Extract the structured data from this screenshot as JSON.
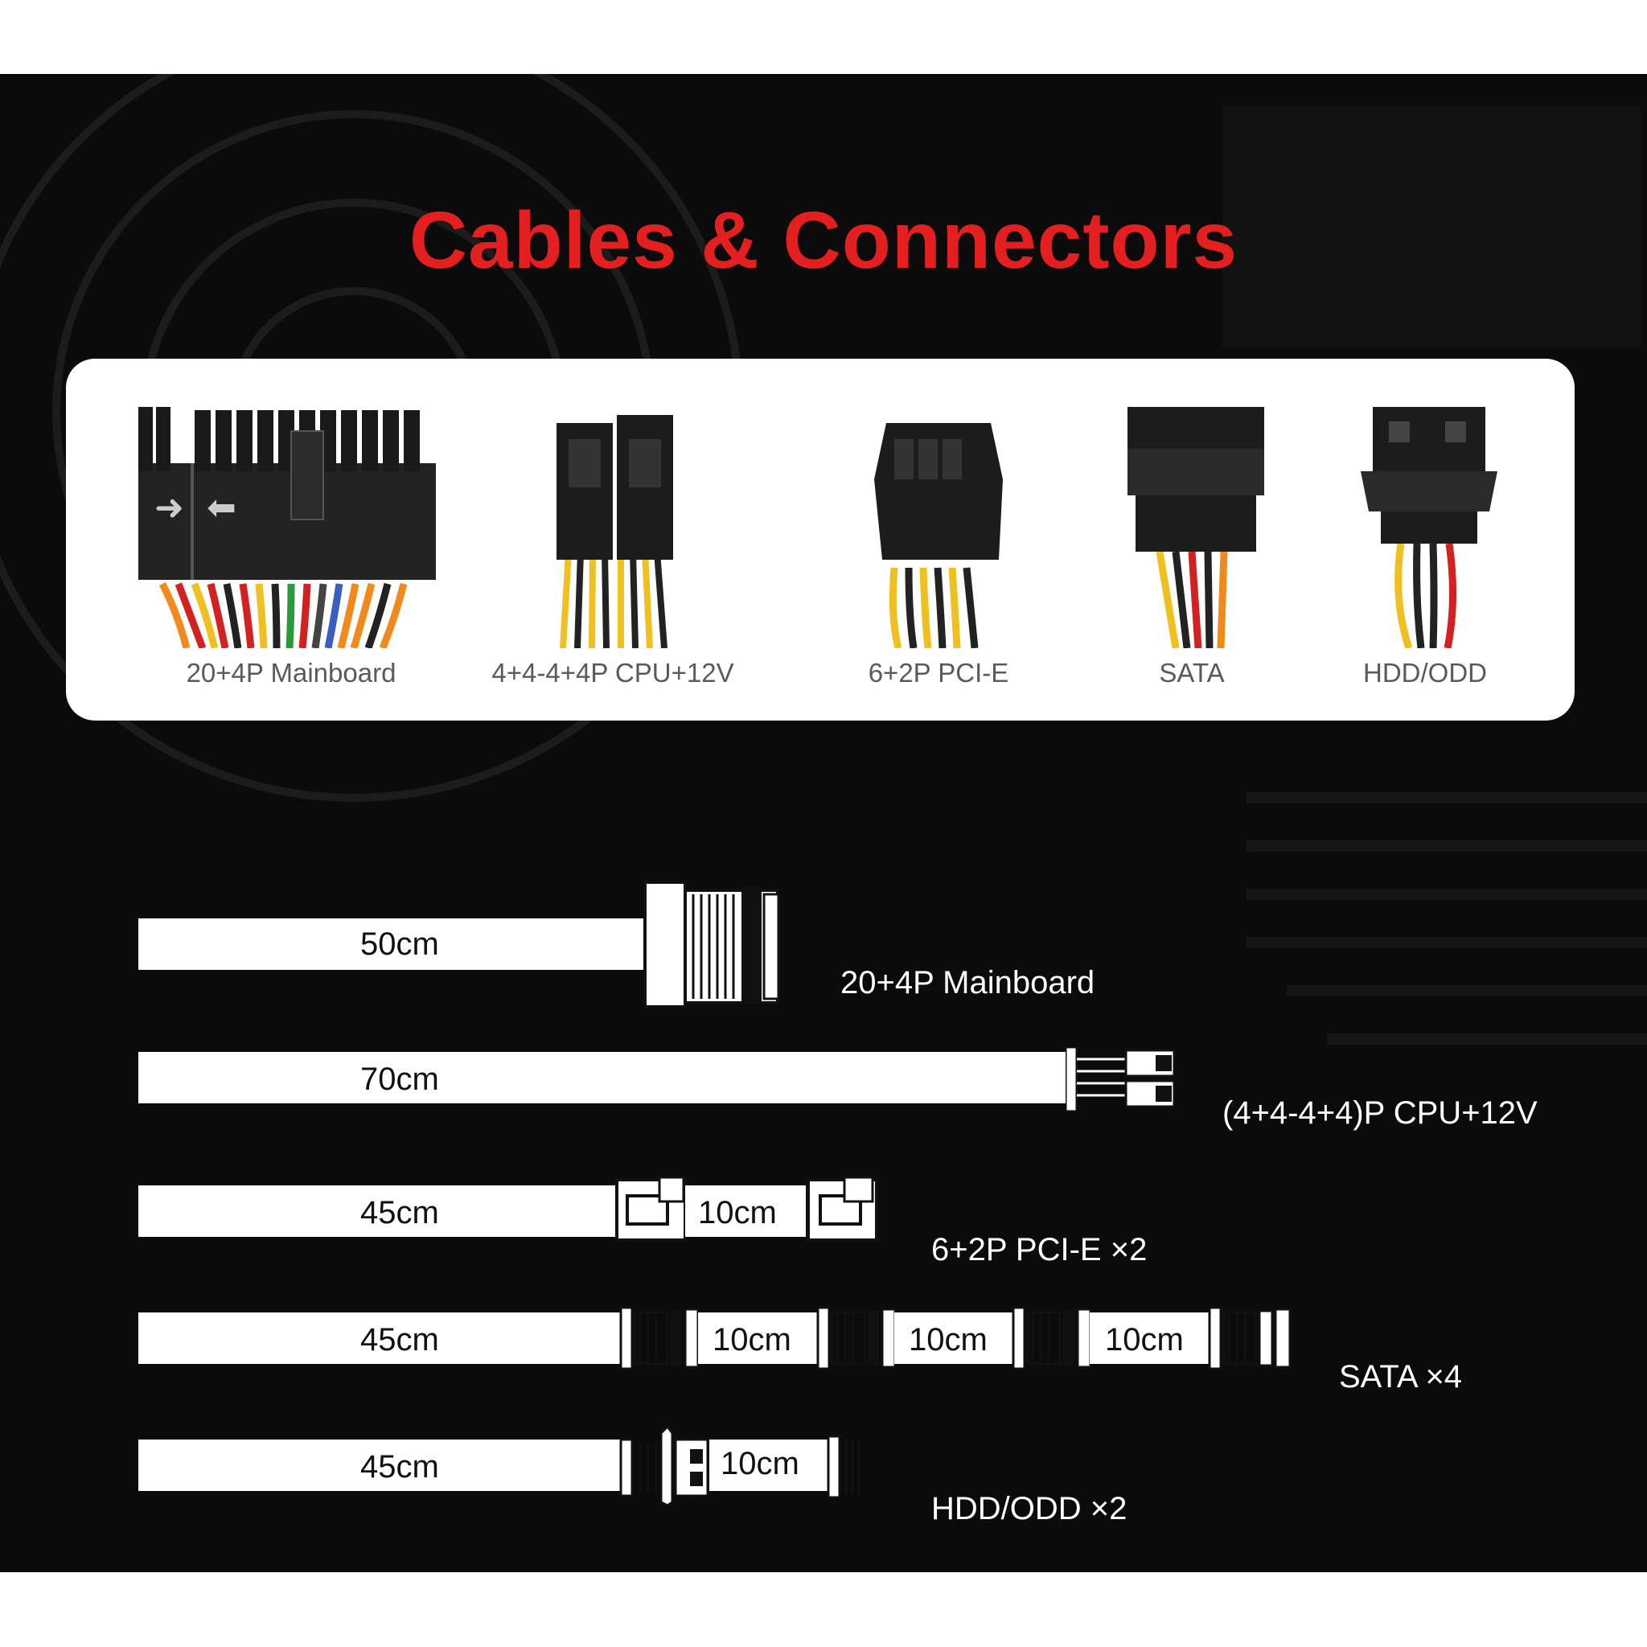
{
  "title": "Cables & Connectors",
  "connectors": [
    {
      "label": "20+4P Mainboard"
    },
    {
      "label": "4+4-4+4P CPU+12V"
    },
    {
      "label": "6+2P PCI-E"
    },
    {
      "label": "SATA"
    },
    {
      "label": "HDD/ODD"
    }
  ],
  "cables": [
    {
      "segments": [
        "50cm"
      ],
      "label": "20+4P Mainboard"
    },
    {
      "segments": [
        "70cm"
      ],
      "label": "(4+4-4+4)P CPU+12V"
    },
    {
      "segments": [
        "45cm",
        "10cm"
      ],
      "label": "6+2P PCI-E  ×2"
    },
    {
      "segments": [
        "45cm",
        "10cm",
        "10cm",
        "10cm"
      ],
      "label": "SATA  ×4"
    },
    {
      "segments": [
        "45cm",
        "10cm"
      ],
      "label": "HDD/ODD  ×2"
    }
  ],
  "colors": {
    "title": "#e41f1f",
    "background": "#0b0b0b",
    "panel": "#ffffff"
  }
}
